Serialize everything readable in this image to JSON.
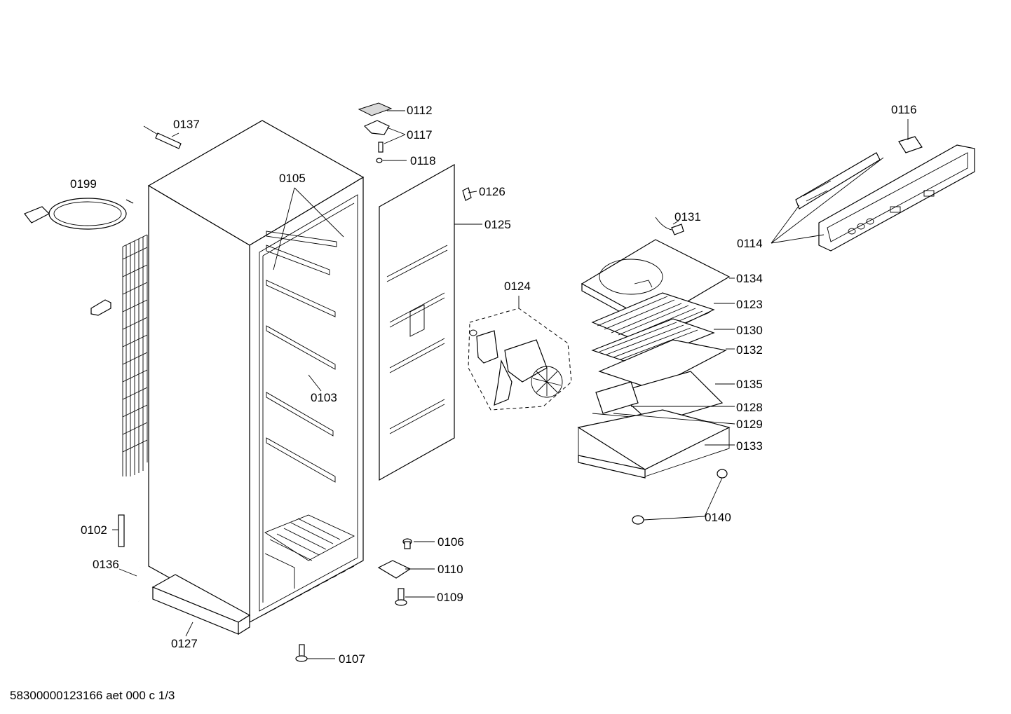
{
  "callouts": [
    {
      "id": "0112",
      "label": "0112"
    },
    {
      "id": "0117",
      "label": "0117"
    },
    {
      "id": "0118",
      "label": "0118"
    },
    {
      "id": "0137",
      "label": "0137"
    },
    {
      "id": "0199",
      "label": "0199"
    },
    {
      "id": "0105",
      "label": "0105"
    },
    {
      "id": "0126",
      "label": "0126"
    },
    {
      "id": "0125",
      "label": "0125"
    },
    {
      "id": "0116",
      "label": "0116"
    },
    {
      "id": "0114",
      "label": "0114"
    },
    {
      "id": "0131",
      "label": "0131"
    },
    {
      "id": "0134",
      "label": "0134"
    },
    {
      "id": "0123",
      "label": "0123"
    },
    {
      "id": "0130",
      "label": "0130"
    },
    {
      "id": "0132",
      "label": "0132"
    },
    {
      "id": "0124",
      "label": "0124"
    },
    {
      "id": "0135",
      "label": "0135"
    },
    {
      "id": "0128",
      "label": "0128"
    },
    {
      "id": "0129",
      "label": "0129"
    },
    {
      "id": "0133",
      "label": "0133"
    },
    {
      "id": "0103",
      "label": "0103"
    },
    {
      "id": "0140",
      "label": "0140"
    },
    {
      "id": "0102",
      "label": "0102"
    },
    {
      "id": "0106",
      "label": "0106"
    },
    {
      "id": "0136",
      "label": "0136"
    },
    {
      "id": "0110",
      "label": "0110"
    },
    {
      "id": "0109",
      "label": "0109"
    },
    {
      "id": "0127",
      "label": "0127"
    },
    {
      "id": "0107",
      "label": "0107"
    }
  ],
  "footer": {
    "document_code": "58300000123166 aet 000 c 1/3"
  }
}
